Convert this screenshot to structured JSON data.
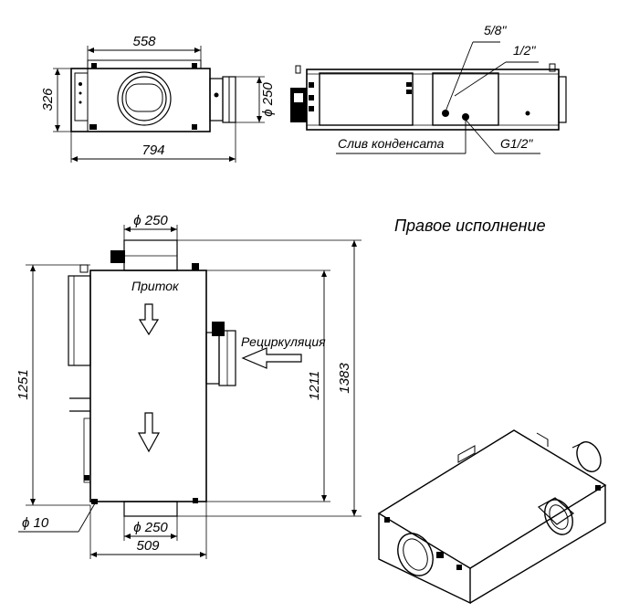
{
  "side_view": {
    "dim_top": "558",
    "dim_height": "326",
    "dim_length": "794",
    "dim_duct": "250"
  },
  "front_view": {
    "pipe_58": "5/8\"",
    "pipe_12": "1/2\"",
    "drain_label": "Слив конденсата",
    "drain_thread": "G1/2\""
  },
  "plan_view": {
    "title": "Правое исполнение",
    "dim_duct_top": "250",
    "dim_duct_bottom": "250",
    "supply_label": "Приток",
    "recirc_label": "Рециркуляция",
    "dim_1251": "1251",
    "dim_1211": "1211",
    "dim_1383": "1383",
    "dim_hole": "10",
    "dim_509": "509",
    "diameter_symbol": "ϕ"
  }
}
